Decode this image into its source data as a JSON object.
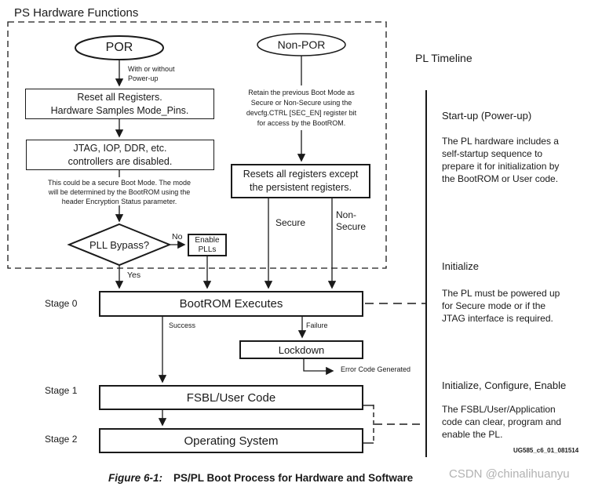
{
  "ps": {
    "title": "PS Hardware Functions",
    "por": "POR",
    "non_por": "Non-POR",
    "por_note": [
      "With or without",
      "Power-up"
    ],
    "reset_box": [
      "Reset all Registers.",
      "Hardware Samples Mode_Pins."
    ],
    "jtag_box": [
      "JTAG, IOP, DDR, etc.",
      "controllers are disabled."
    ],
    "secure_note": [
      "This could be a secure Boot Mode. The mode",
      "will be determined by the BootROM using the",
      "header Encryption Status parameter."
    ],
    "retain_note": [
      "Retain the previous Boot Mode as",
      "Secure or Non-Secure using the",
      "devcfg.CTRL [SEC_EN] register bit",
      "for access by the BootROM."
    ],
    "resets_box": [
      "Resets all registers except",
      "the persistent registers."
    ],
    "pll_diamond": "PLL Bypass?",
    "no_label": "No",
    "yes_label": "Yes",
    "enable_plls_box": [
      "Enable",
      "PLLs"
    ],
    "secure_label": "Secure",
    "non_secure_label": [
      "Non-",
      "Secure"
    ]
  },
  "flow": {
    "stage0": "Stage 0",
    "stage1": "Stage 1",
    "stage2": "Stage 2",
    "bootrom_box": "BootROM Executes",
    "success_label": "Success",
    "failure_label": "Failure",
    "lockdown_box": "Lockdown",
    "error_label": "Error Code Generated",
    "fsbl_box": "FSBL/User Code",
    "os_box": "Operating System"
  },
  "timeline": {
    "title": "PL Timeline",
    "sections": [
      {
        "heading": "Start-up (Power-up)",
        "body": [
          "The PL hardware includes a",
          "self-startup sequence to",
          "prepare it for initialization by",
          "the BootROM or User code."
        ]
      },
      {
        "heading": "Initialize",
        "body": [
          "The PL must be powered up",
          "for Secure mode or if the",
          "JTAG interface is required."
        ]
      },
      {
        "heading": "Initialize, Configure, Enable",
        "body": [
          "The FSBL/User/Application",
          "code can clear, program and",
          "enable the PL."
        ]
      }
    ],
    "doc_ref": "UG585_c6_01_081514"
  },
  "caption": {
    "figure_label": "Figure 6-1:",
    "figure_title": "PS/PL Boot Process for Hardware and Software"
  },
  "watermark": "CSDN @chinalihuanyu",
  "colors": {
    "ink": "#1a1a1a",
    "watermark": "#b2b2b2",
    "background": "#ffffff"
  }
}
